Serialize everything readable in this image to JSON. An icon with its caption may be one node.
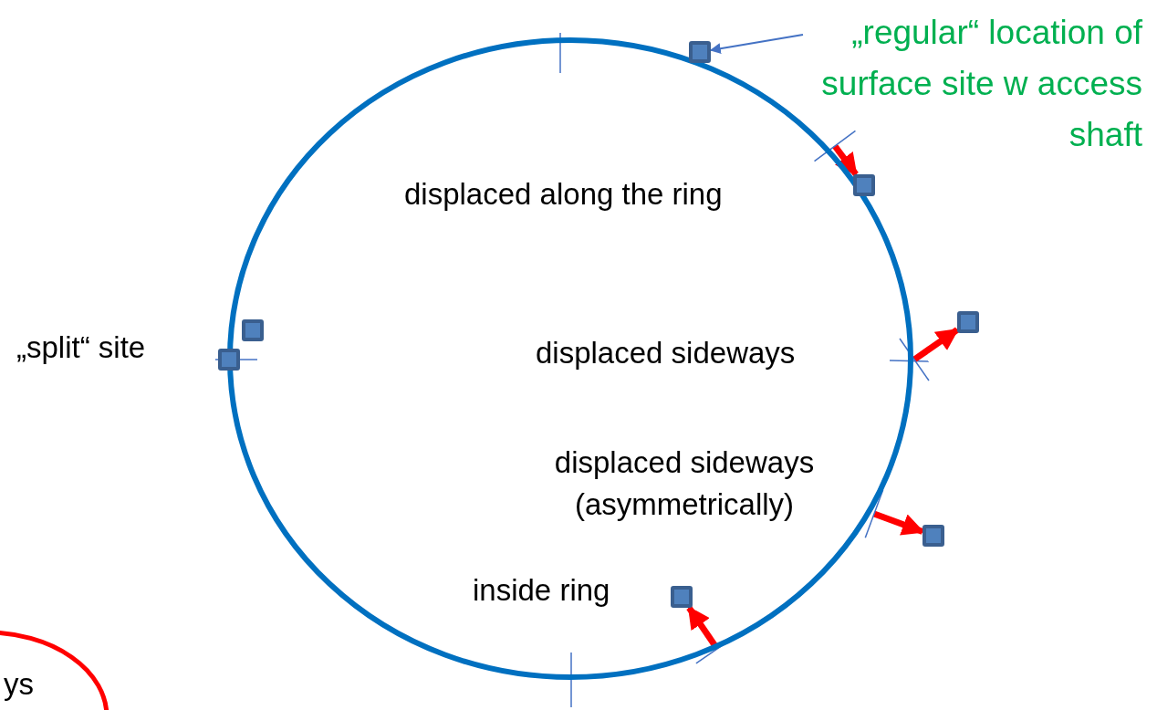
{
  "diagram": {
    "nodes": [
      {
        "text": [],
        "shape": "circle"
      },
      {
        "text": [
          "„regular“ location of surface site w access shaft"
        ]
      },
      {
        "text": [],
        "shape": "box"
      },
      {
        "text": [],
        "shape": "box"
      },
      {
        "text": [],
        "shape": "box"
      },
      {
        "text": [],
        "shape": "box"
      },
      {
        "text": [],
        "shape": "box",
        "in": 0
      },
      {
        "text": [],
        "shape": "box",
        "beside": [
          "„split“ site"
        ]
      },
      {
        "text": [],
        "shape": "box",
        "in": 0
      },
      {
        "text": [
          "ys"
        ]
      }
    ],
    "edges": [
      {
        "from": 1,
        "to": 2,
        "arrow": "to",
        "color": "#4472c4"
      },
      {
        "from": 0,
        "to": 3,
        "arrow": "to"
      },
      {
        "from": 0,
        "to": 4,
        "arrow": "to"
      },
      {
        "from": 0,
        "to": 5,
        "arrow": "to"
      },
      {
        "from": 0,
        "to": 6,
        "arrow": "to"
      }
    ],
    "labels": [
      "displaced along the ring",
      "displaced sideways",
      "displaced sideways (asymmetrically)",
      "inside ring"
    ]
  }
}
